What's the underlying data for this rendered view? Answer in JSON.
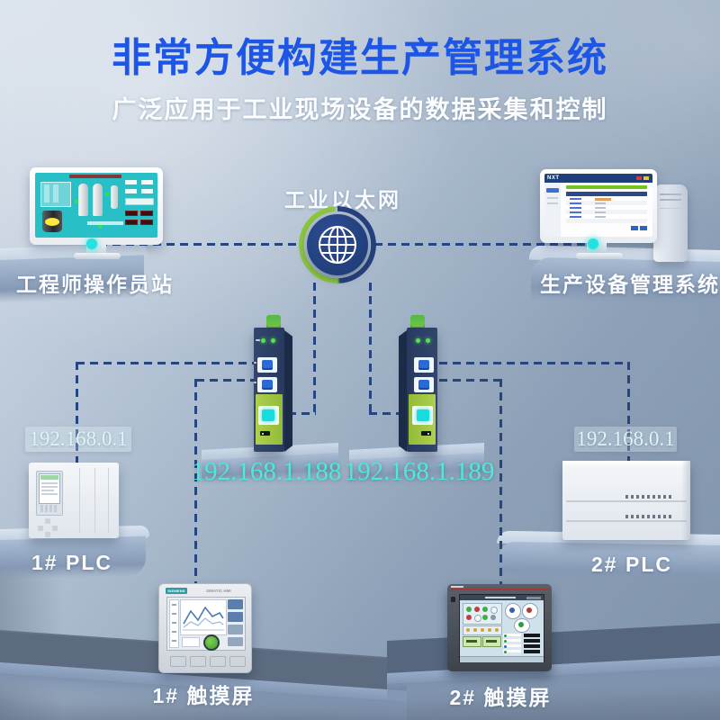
{
  "title": "非常方便构建生产管理系统",
  "subtitle": "广泛应用于工业现场设备的数据采集和控制",
  "network": {
    "label": "工业以太网"
  },
  "nodes": {
    "engineer_station": {
      "label": "工程师操作员站"
    },
    "management_system": {
      "label": "生产设备管理系统"
    },
    "gateway1": {
      "ip": "192.168.1.188"
    },
    "gateway2": {
      "ip": "192.168.1.189"
    },
    "plc1": {
      "label": "1# PLC",
      "ip": "192.168.0.1"
    },
    "plc2": {
      "label": "2# PLC",
      "ip": "192.168.0.1"
    },
    "hmi1": {
      "label": "1# 触摸屏",
      "brand": "SIEMENS",
      "model": "SIMATIC HMI"
    },
    "hmi2": {
      "label": "2# 触摸屏"
    }
  },
  "management_screen": {
    "logo": "NXT"
  },
  "colors": {
    "title_blue": "#1d56e6",
    "dash_navy": "#27457e",
    "ip_cyan": "#4fe8da",
    "gateway_lime": "#9dc63c",
    "gateway_navy": "#273a5e",
    "globe_green": "#8cc63e",
    "globe_navy": "#1d3a74",
    "port_blue": "#2a6ad4",
    "port_cyan": "#17dede"
  }
}
